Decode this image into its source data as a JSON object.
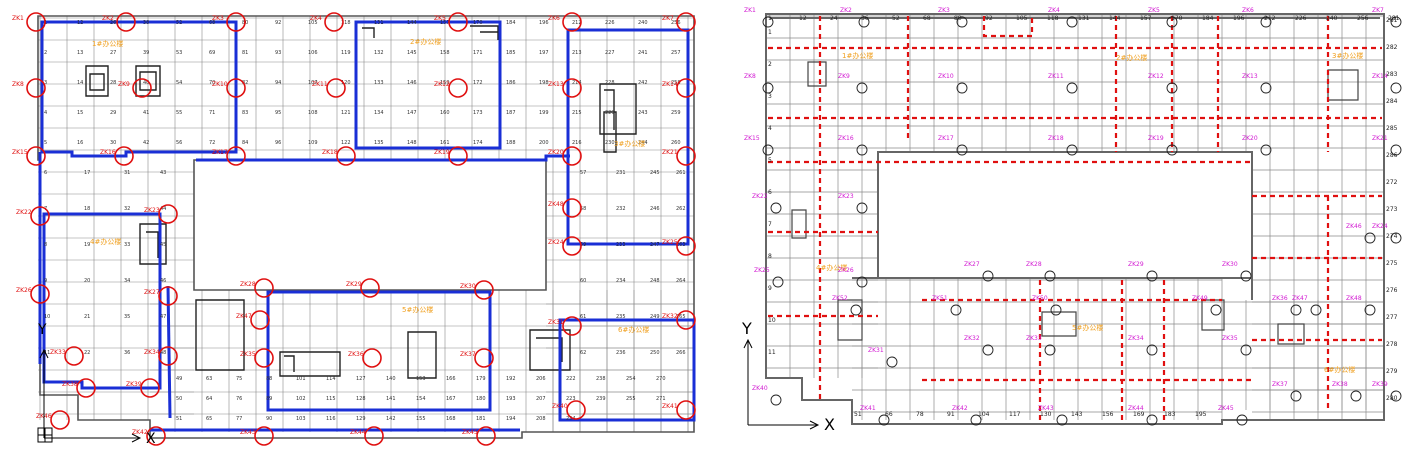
{
  "left_panel": {
    "zone_labels": [
      "1#办公楼",
      "2#办公楼",
      "3#办公楼",
      "4#办公楼",
      "5#办公楼",
      "6#办公楼"
    ],
    "grid_numbers": [
      "1",
      "12",
      "26",
      "38",
      "52",
      "68",
      "80",
      "92",
      "105",
      "118",
      "131",
      "144",
      "157",
      "170",
      "184",
      "196",
      "212",
      "226",
      "240",
      "256",
      "2",
      "13",
      "27",
      "39",
      "53",
      "69",
      "81",
      "93",
      "106",
      "119",
      "132",
      "145",
      "158",
      "171",
      "185",
      "197",
      "213",
      "227",
      "241",
      "257",
      "3",
      "14",
      "28",
      "40",
      "54",
      "70",
      "82",
      "94",
      "107",
      "120",
      "133",
      "146",
      "159",
      "172",
      "186",
      "198",
      "214",
      "228",
      "242",
      "258",
      "4",
      "15",
      "29",
      "41",
      "55",
      "71",
      "83",
      "95",
      "108",
      "121",
      "134",
      "147",
      "160",
      "173",
      "187",
      "199",
      "215",
      "229",
      "243",
      "259",
      "5",
      "16",
      "30",
      "42",
      "56",
      "72",
      "84",
      "96",
      "109",
      "122",
      "135",
      "148",
      "161",
      "174",
      "188",
      "200",
      "216",
      "230",
      "244",
      "260"
    ],
    "lower_grid_numbers": [
      "6",
      "17",
      "31",
      "43",
      "57",
      "231",
      "245",
      "261",
      "7",
      "18",
      "32",
      "44",
      "58",
      "232",
      "246",
      "262",
      "8",
      "19",
      "33",
      "45",
      "59",
      "233",
      "247",
      "263",
      "9",
      "20",
      "34",
      "46",
      "60",
      "234",
      "248",
      "264",
      "10",
      "21",
      "35",
      "47",
      "61",
      "235",
      "249",
      "265",
      "11",
      "22",
      "36",
      "48",
      "62",
      "236",
      "250",
      "266"
    ],
    "bottom_grid_numbers": [
      "49",
      "63",
      "75",
      "88",
      "101",
      "114",
      "127",
      "140",
      "153",
      "166",
      "179",
      "192",
      "206",
      "222",
      "238",
      "254",
      "270",
      "50",
      "64",
      "76",
      "89",
      "102",
      "115",
      "128",
      "141",
      "154",
      "167",
      "180",
      "193",
      "207",
      "223",
      "239",
      "255",
      "271",
      "51",
      "65",
      "77",
      "90",
      "103",
      "116",
      "129",
      "142",
      "155",
      "168",
      "181",
      "194",
      "208",
      "224"
    ],
    "markers": [
      "ZK1",
      "ZK2",
      "ZK3",
      "ZK4",
      "ZK5",
      "ZK6",
      "ZK7",
      "ZK8",
      "ZK9",
      "ZK10",
      "ZK11",
      "ZK12",
      "ZK13",
      "ZK14",
      "ZK15",
      "ZK16",
      "ZK17",
      "ZK18",
      "ZK19",
      "ZK20",
      "ZK21",
      "ZK22",
      "ZK23",
      "ZK24",
      "ZK25",
      "ZK26",
      "ZK27",
      "ZK28",
      "ZK29",
      "ZK30",
      "ZK31",
      "ZK32",
      "ZK33",
      "ZK34",
      "ZK35",
      "ZK36",
      "ZK37",
      "ZK38",
      "ZK39",
      "ZK40",
      "ZK41",
      "ZK42",
      "ZK43",
      "ZK44",
      "ZK45",
      "ZK46",
      "ZK47",
      "ZK48",
      "ZK49",
      "ZK50",
      "ZK51",
      "ZK52"
    ],
    "axis_x": "X",
    "axis_y": "Y"
  },
  "right_panel": {
    "zone_labels": [
      "1#办公楼",
      "2#办公楼",
      "3#办公楼",
      "4#办公楼",
      "5#办公楼",
      "6#办公楼"
    ],
    "top_row_numbers": [
      "1",
      "12",
      "24",
      "36",
      "52",
      "68",
      "80",
      "92",
      "105",
      "118",
      "131",
      "144",
      "157",
      "170",
      "184",
      "196",
      "212",
      "226",
      "240",
      "256",
      "281"
    ],
    "right_col_numbers": [
      "281",
      "282",
      "283",
      "284",
      "285",
      "286",
      "272",
      "273",
      "274",
      "275",
      "276",
      "277",
      "278",
      "279",
      "280"
    ],
    "left_col_numbers": [
      "1",
      "2",
      "3",
      "4",
      "5",
      "6",
      "7",
      "8",
      "9",
      "10",
      "11"
    ],
    "bottom_row_numbers": [
      "51",
      "66",
      "78",
      "91",
      "104",
      "117",
      "130",
      "143",
      "156",
      "169",
      "183",
      "195"
    ],
    "markers": [
      "ZK1",
      "ZK2",
      "ZK3",
      "ZK4",
      "ZK5",
      "ZK6",
      "ZK7",
      "ZK8",
      "ZK9",
      "ZK10",
      "ZK11",
      "ZK12",
      "ZK13",
      "ZK14",
      "ZK15",
      "ZK16",
      "ZK17",
      "ZK18",
      "ZK19",
      "ZK20",
      "ZK21",
      "ZK22",
      "ZK23",
      "ZK24",
      "ZK25",
      "ZK26",
      "ZK27",
      "ZK28",
      "ZK29",
      "ZK30",
      "ZK31",
      "ZK32",
      "ZK33",
      "ZK34",
      "ZK35",
      "ZK36",
      "ZK37",
      "ZK38",
      "ZK39",
      "ZK40",
      "ZK41",
      "ZK42",
      "ZK43",
      "ZK44",
      "ZK45",
      "ZK46",
      "ZK47",
      "ZK48",
      "ZK49",
      "ZK50",
      "ZK51",
      "ZK52"
    ],
    "axis_x": "X",
    "axis_y": "Y"
  },
  "colors": {
    "outline_blue": "#1a2fd6",
    "marker_red": "#e01010",
    "marker_magenta": "#d21ad2",
    "grid_gray": "#8a8a8a",
    "wall_dark": "#222222",
    "zone_label_orange": "#f0a020",
    "dash_red": "#e01010"
  }
}
